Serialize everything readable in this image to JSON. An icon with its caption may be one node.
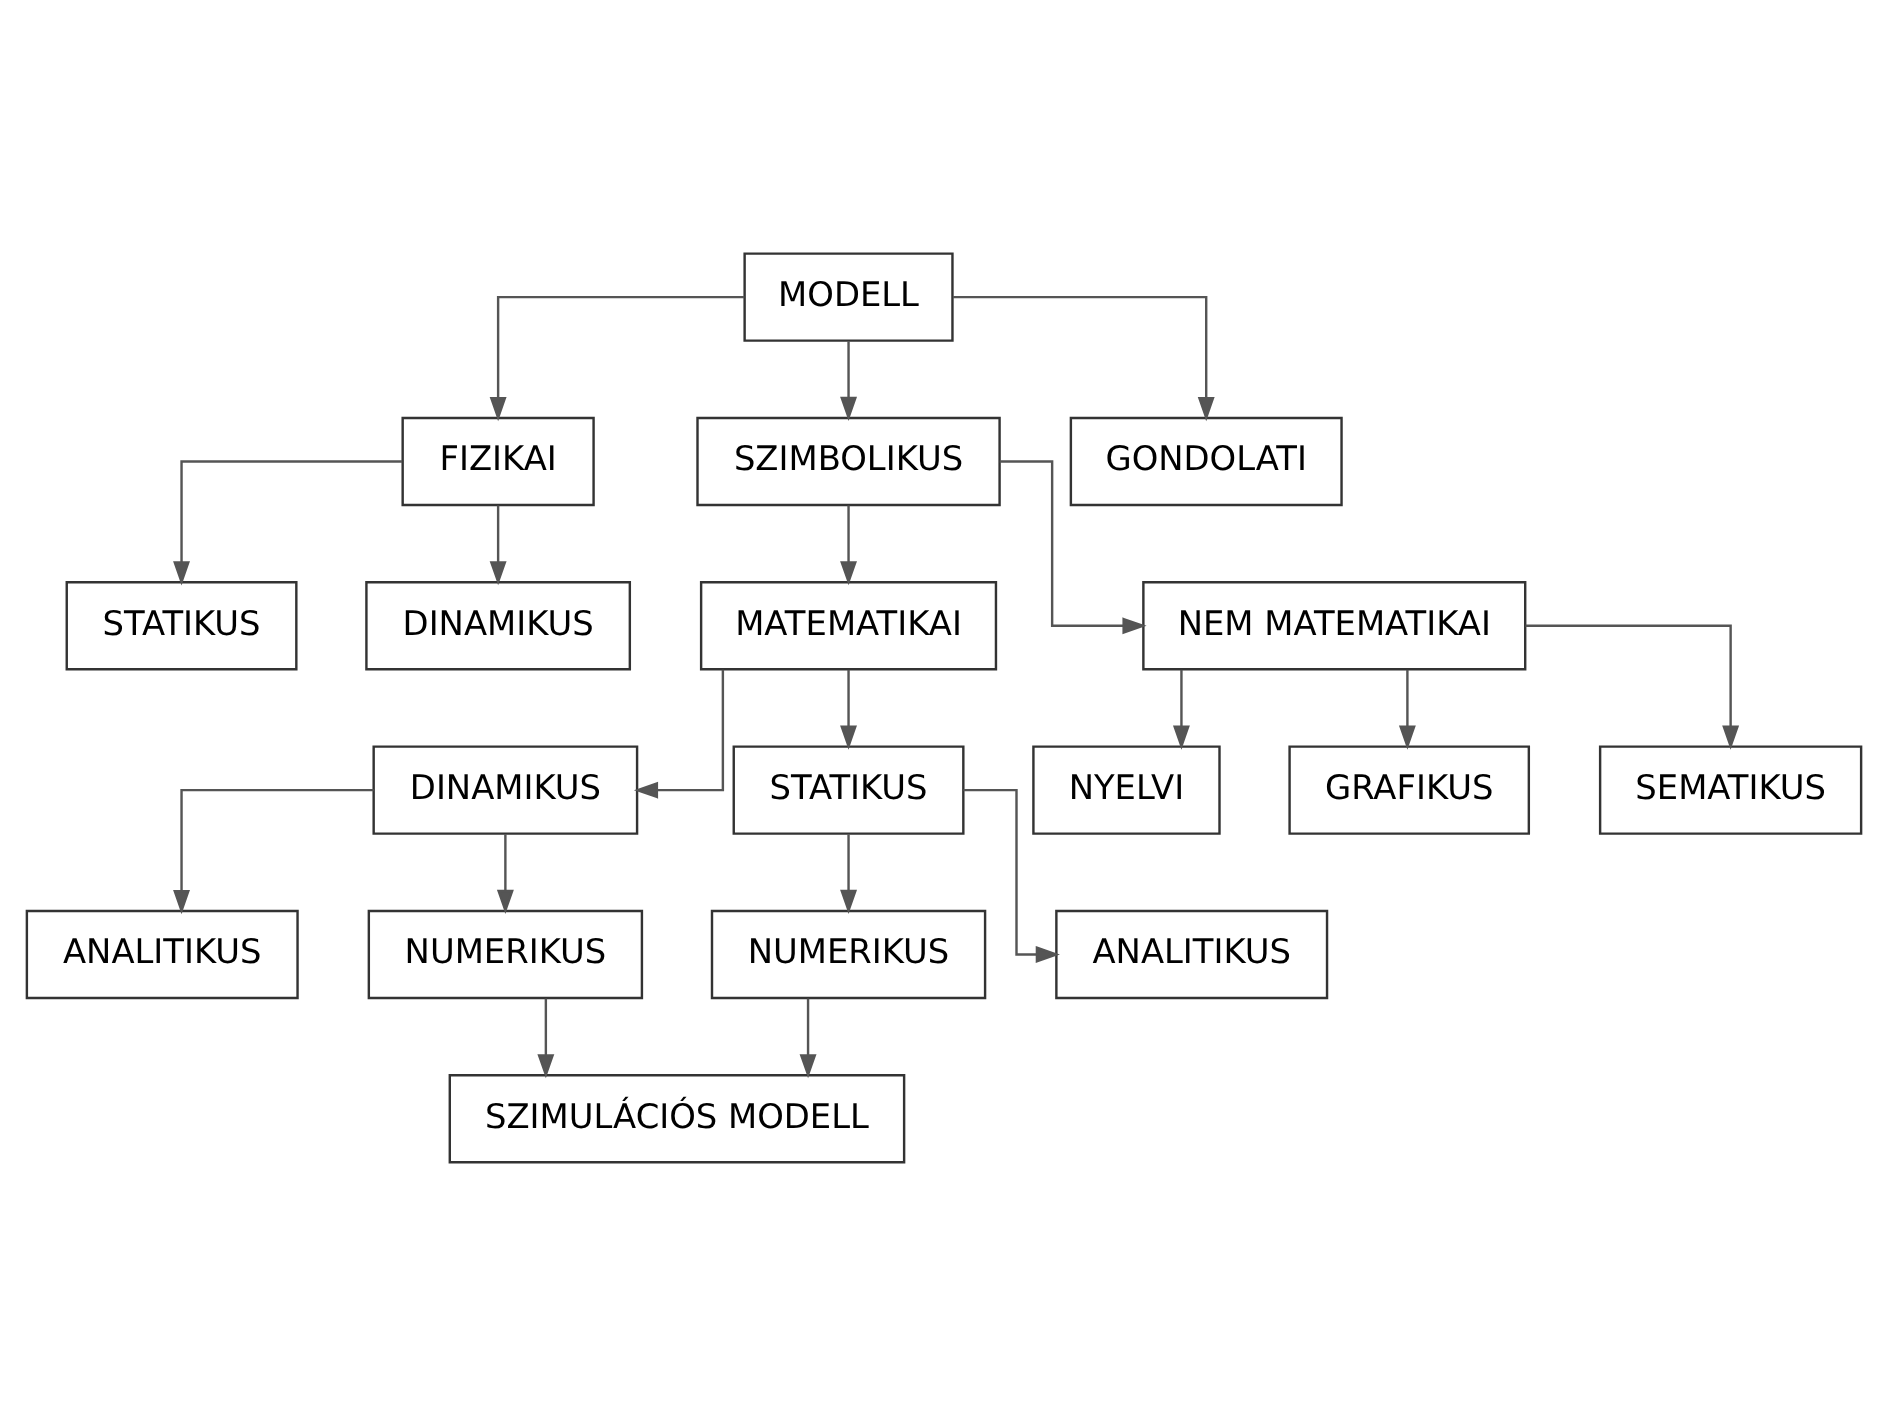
{
  "diagram": {
    "nodes": [
      {
        "text": [
          "MODELL"
        ]
      },
      {
        "text": [
          "FIZIKAI"
        ]
      },
      {
        "text": [
          "SZIMBOLIKUS"
        ]
      },
      {
        "text": [
          "GONDOLATI"
        ]
      },
      {
        "text": [
          "STATIKUS"
        ]
      },
      {
        "text": [
          "DINAMIKUS"
        ]
      },
      {
        "text": [
          "MATEMATIKAI"
        ]
      },
      {
        "text": [
          "NEM MATEMATIKAI"
        ]
      },
      {
        "text": [
          "NYELVI"
        ]
      },
      {
        "text": [
          "GRAFIKUS"
        ]
      },
      {
        "text": [
          "SEMATIKUS"
        ]
      },
      {
        "text": [
          "DINAMIKUS"
        ]
      },
      {
        "text": [
          "STATIKUS"
        ]
      },
      {
        "text": [
          "ANALITIKUS"
        ]
      },
      {
        "text": [
          "NUMERIKUS"
        ]
      },
      {
        "text": [
          "NUMERIKUS"
        ]
      },
      {
        "text": [
          "ANALITIKUS"
        ]
      },
      {
        "text": [
          "SZIMULÁCIÓS MODELL"
        ]
      }
    ],
    "edges": [
      {
        "from": 0,
        "to": 1,
        "arrow": "to"
      },
      {
        "from": 0,
        "to": 2,
        "arrow": "to"
      },
      {
        "from": 0,
        "to": 3,
        "arrow": "to"
      },
      {
        "from": 1,
        "to": 4,
        "arrow": "to"
      },
      {
        "from": 1,
        "to": 5,
        "arrow": "to"
      },
      {
        "from": 2,
        "to": 6,
        "arrow": "to"
      },
      {
        "from": 2,
        "to": 7,
        "arrow": "to"
      },
      {
        "from": 7,
        "to": 8,
        "arrow": "to"
      },
      {
        "from": 7,
        "to": 9,
        "arrow": "to"
      },
      {
        "from": 7,
        "to": 10,
        "arrow": "to"
      },
      {
        "from": 6,
        "to": 11,
        "arrow": "to"
      },
      {
        "from": 6,
        "to": 12,
        "arrow": "to"
      },
      {
        "from": 11,
        "to": 13,
        "arrow": "to"
      },
      {
        "from": 11,
        "to": 14,
        "arrow": "to"
      },
      {
        "from": 12,
        "to": 15,
        "arrow": "to"
      },
      {
        "from": 12,
        "to": 16,
        "arrow": "to"
      },
      {
        "from": 14,
        "to": 17,
        "arrow": "to"
      },
      {
        "from": 15,
        "to": 17,
        "arrow": "to"
      }
    ]
  }
}
